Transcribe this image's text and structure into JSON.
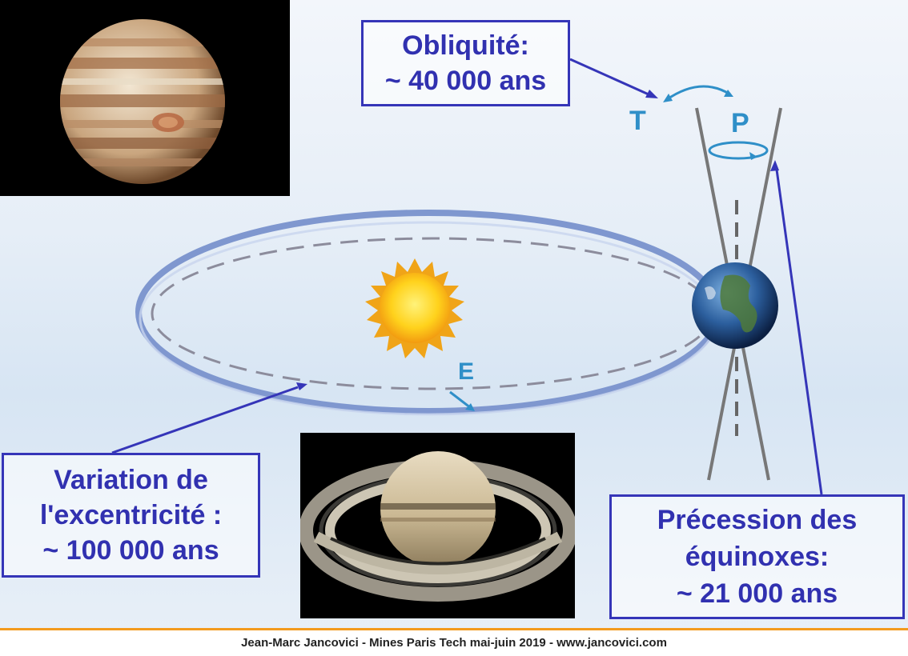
{
  "labels": {
    "obliquity": [
      "Obliquité:",
      "~ 40 000 ans"
    ],
    "excentricite": [
      "Variation de",
      "l'excentricité :",
      "~ 100 000 ans"
    ],
    "precession": [
      "Précession des",
      "équinoxes:",
      "~ 21 000 ans"
    ]
  },
  "diagram_letters": {
    "t": "T",
    "p": "P",
    "e": "E"
  },
  "footer": "Jean-Marc Jancovici - Mines Paris Tech mai-juin 2019 - www.jancovici.com",
  "colors": {
    "label_text": "#3131b0",
    "border": "#3535b8",
    "footer_line": "#f39a1e",
    "letters": "#2f8fc8"
  }
}
